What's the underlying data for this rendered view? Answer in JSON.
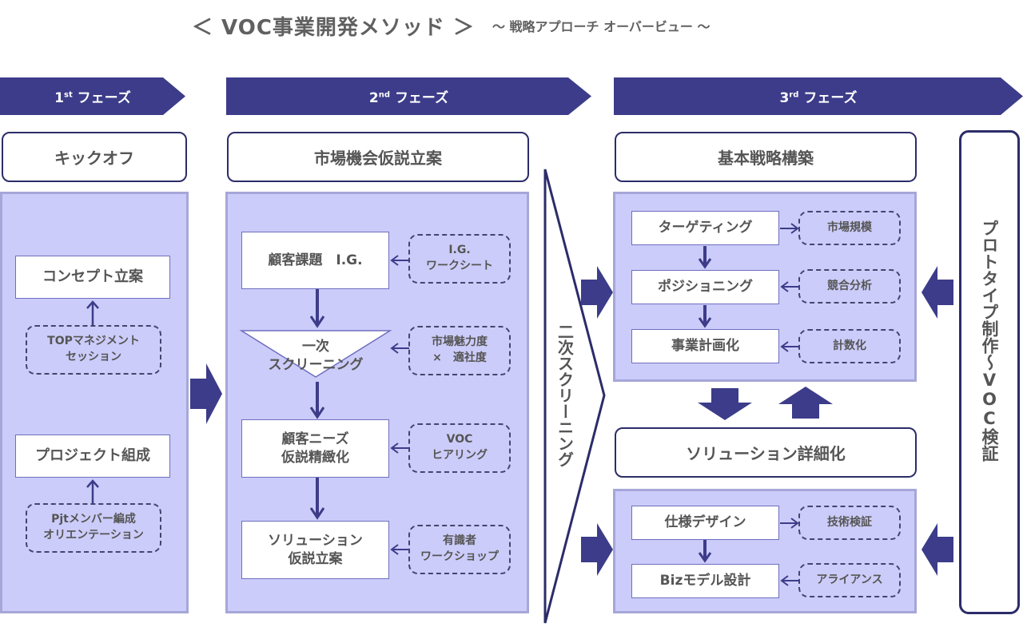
{
  "title": {
    "main": "＜ VOC事業開発メソッド ＞",
    "sub": "～ 戦略アプローチ オーバービュー ～"
  },
  "colors": {
    "navy": "#3c3c8a",
    "panel_fill": "#ccccfa",
    "panel_border": "#a6a6d8",
    "text_gray": "#555555"
  },
  "phases": [
    {
      "num": "1",
      "suffix": "st",
      "label": "フェーズ"
    },
    {
      "num": "2",
      "suffix": "nd",
      "label": "フェーズ"
    },
    {
      "num": "3",
      "suffix": "rd",
      "label": "フェーズ"
    }
  ],
  "phase1": {
    "header": "キックオフ",
    "steps": [
      {
        "label": "コンセプト立案",
        "input": "TOPマネジメント\nセッション"
      },
      {
        "label": "プロジェクト組成",
        "input": "Pjtメンバー編成\nオリエンテーション"
      }
    ]
  },
  "phase2": {
    "header": "市場機会仮説立案",
    "steps": [
      {
        "label": "顧客課題　I.G.",
        "input": "I.G.\nワークシート"
      },
      {
        "label": "一次\nスクリーニング",
        "input": "市場魅力度\n×　適社度"
      },
      {
        "label": "顧客ニーズ\n仮説精緻化",
        "input": "VOC\nヒアリング"
      },
      {
        "label": "ソリューション\n仮説立案",
        "input": "有識者\nワークショップ"
      }
    ]
  },
  "secondary_screening": "二次スクリーニング",
  "phase3": {
    "strategy_header": "基本戦略構築",
    "strategy_steps": [
      {
        "label": "ターゲティング",
        "related": "市場規模",
        "direction": "out"
      },
      {
        "label": "ポジショニング",
        "related": "競合分析",
        "direction": "in"
      },
      {
        "label": "事業計画化",
        "related": "計数化",
        "direction": "in"
      }
    ],
    "solution_header": "ソリューション詳細化",
    "solution_steps": [
      {
        "label": "仕様デザイン",
        "related": "技術検証",
        "direction": "out"
      },
      {
        "label": "Bizモデル設計",
        "related": "アライアンス",
        "direction": "in"
      }
    ]
  },
  "prototype": "プロトタイプ制作～VOC検証"
}
